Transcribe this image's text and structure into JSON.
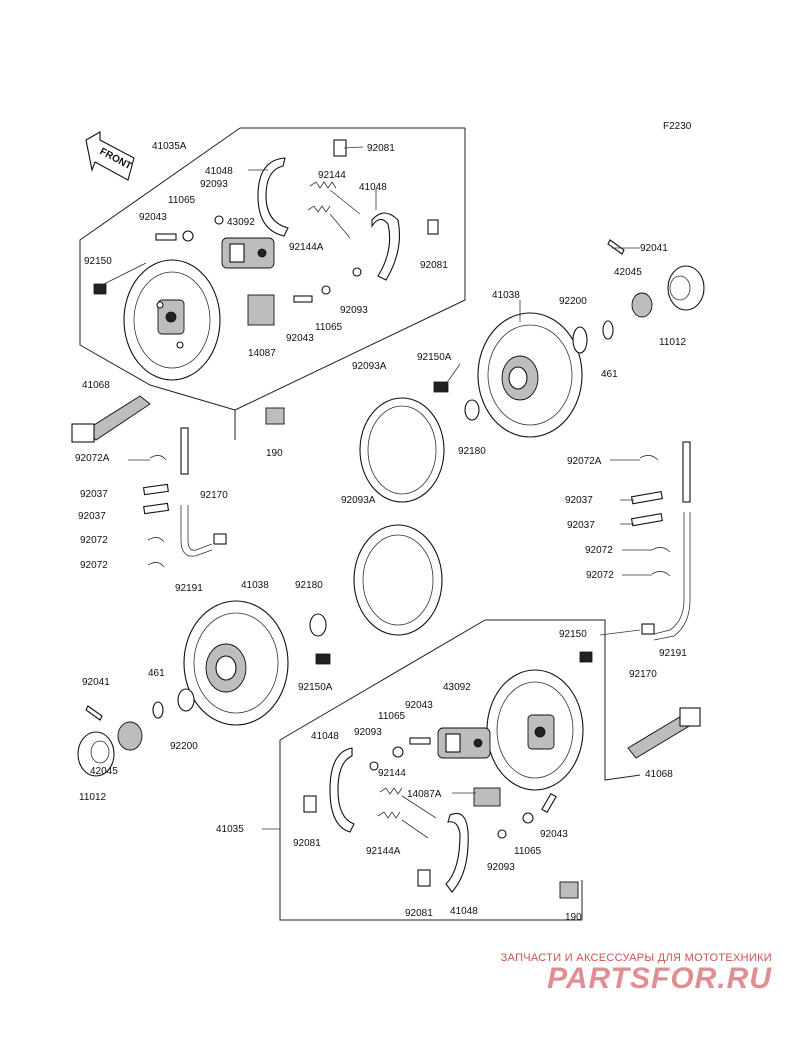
{
  "diagram": {
    "code": "F2230",
    "front_label": "FRONT",
    "labels": {
      "l41035A": "41035A",
      "l92081a": "92081",
      "l41048a": "41048",
      "l92093a": "92093",
      "l92144a": "92144",
      "l41048b": "41048",
      "l11065a": "11065",
      "l43092a": "43092",
      "l92043a": "92043",
      "l92144Aa": "92144A",
      "l92081b": "92081",
      "l92150a": "92150",
      "l92093b": "92093",
      "l92043b": "92043",
      "l11065b": "11065",
      "l14087": "14087",
      "l92041a": "92041",
      "l42045a": "42045",
      "l11012a": "11012",
      "l41038a": "41038",
      "l92200a": "92200",
      "l461a": "461",
      "l92093Aa": "92093A",
      "l92150Aa": "92150A",
      "l92180a": "92180",
      "l41068a": "41068",
      "l92072Aa": "92072A",
      "l190a": "190",
      "l92037a": "92037",
      "l92037b": "92037",
      "l92170a": "92170",
      "l92072a": "92072",
      "l92072b": "92072",
      "l92191a": "92191",
      "l92093Ab": "92093A",
      "l92072Ab": "92072A",
      "l92037c": "92037",
      "l92037d": "92037",
      "l92072c": "92072",
      "l92072d": "92072",
      "l41038b": "41038",
      "l92180b": "92180",
      "l92150b": "92150",
      "l92191b": "92191",
      "l92170b": "92170",
      "l92150Ab": "92150A",
      "l92041b": "92041",
      "l461b": "461",
      "l43092b": "43092",
      "l92043c": "92043",
      "l11065c": "11065",
      "l92200b": "92200",
      "l41048c": "41048",
      "l92093c": "92093",
      "l42045b": "42045",
      "l92144b": "92144",
      "l41068b": "41068",
      "l11012b": "11012",
      "l14087A": "14087A",
      "l41035": "41035",
      "l92081c": "92081",
      "l92144Ab": "92144A",
      "l92043d": "92043",
      "l11065d": "11065",
      "l92093d": "92093",
      "l190b": "190",
      "l92081d": "92081",
      "l41048d": "41048"
    }
  },
  "watermark": {
    "tagline": "ЗАПЧАСТИ И АКСЕССУАРЫ ДЛЯ МОТОТЕХНИКИ",
    "logo_text": "PARTSFOR.RU"
  }
}
